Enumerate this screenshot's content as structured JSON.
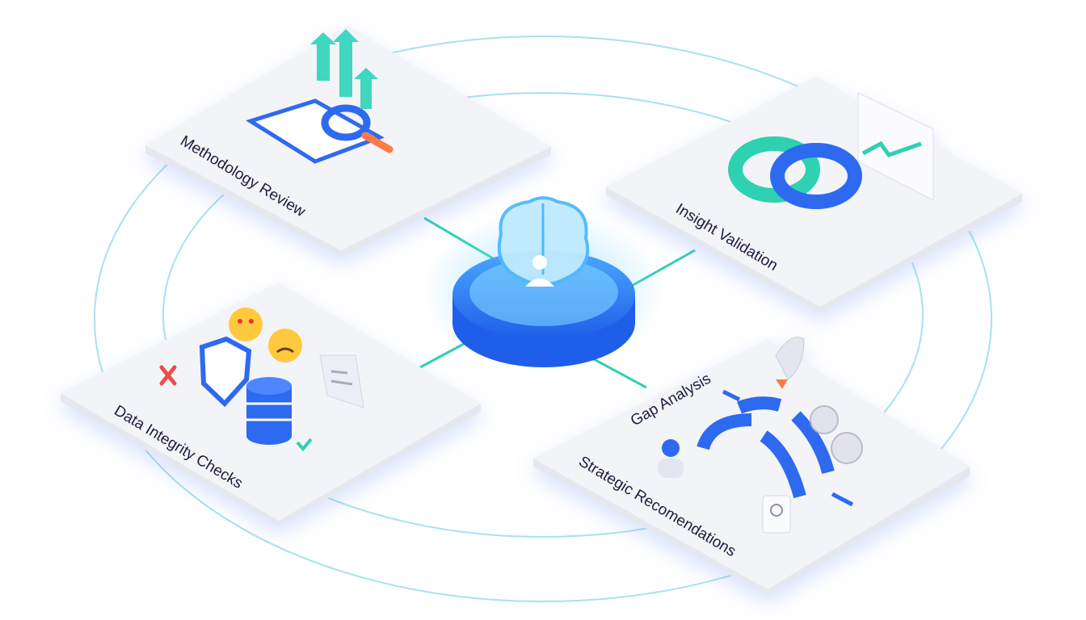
{
  "hub": {
    "icon": "brain-person-icon"
  },
  "cards": {
    "methodology": {
      "label": "Methodology Review",
      "icons": [
        "book-icon",
        "magnifier-icon",
        "arrows-up-icon"
      ]
    },
    "insight": {
      "label": "Insight Validation",
      "icons": [
        "linked-rings-icon",
        "trend-chart-icon"
      ]
    },
    "integrity": {
      "label": "Data Integrity Checks",
      "icons": [
        "shield-icon",
        "database-icon",
        "emoji-icon",
        "x-mark-icon",
        "check-icon",
        "document-icon"
      ]
    },
    "strategic": {
      "label": "Strategic Recomendations",
      "gap_label": "Gap Analysis",
      "icons": [
        "bridge-icon",
        "rocket-icon",
        "gears-icon",
        "person-icon"
      ]
    }
  },
  "colors": {
    "accent": "#2f6bf0",
    "teal": "#2fd1b0",
    "orbit": "#9fe0ea",
    "card": "#f1f2f6"
  }
}
